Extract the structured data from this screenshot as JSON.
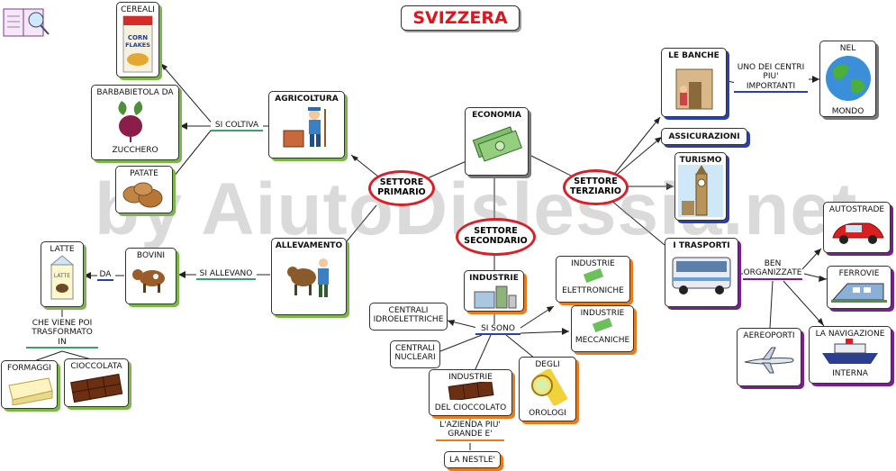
{
  "title": "SVIZZERA",
  "watermark": "by AiutoDislessia.net",
  "center": {
    "label": "ECONOMIA"
  },
  "sectors": {
    "primary": [
      "SETTORE",
      "PRIMARIO"
    ],
    "secondary": [
      "SETTORE",
      "SECONDARIO"
    ],
    "tertiary": [
      "SETTORE",
      "TERZIARIO"
    ]
  },
  "primary": {
    "agricoltura": "AGRICOLTURA",
    "allevamento": "ALLEVAMENTO",
    "si_coltiva": "SI COLTIVA",
    "si_allevano": "SI ALLEVANO",
    "cereali": "CEREALI",
    "barbabietola": [
      "BARBABIETOLA DA",
      "ZUCCHERO"
    ],
    "patate": "PATATE",
    "bovini": "BOVINI",
    "da": "DA",
    "latte": "LATTE",
    "che_viene": [
      "CHE VIENE POI",
      "TRASFORMATO",
      "IN"
    ],
    "formaggi": "FORMAGGI",
    "cioccolata": "CIOCCOLATA",
    "cereal_box": [
      "CORN",
      "FLAKES"
    ],
    "milk_box": "LATTE"
  },
  "secondary": {
    "industrie": "INDUSTRIE",
    "si_sono": "SI SONO",
    "elettroniche": [
      "INDUSTRIE",
      "ELETTRONICHE"
    ],
    "meccaniche": [
      "INDUSTRIE",
      "MECCANICHE"
    ],
    "idroelettriche": [
      "CENTRALI",
      "IDROELETTRICHE"
    ],
    "nucleari": [
      "CENTRALI",
      "NUCLEARI"
    ],
    "cioccolato": [
      "INDUSTRIE",
      "DEL CIOCCOLATO"
    ],
    "orologi": [
      "DEGLI",
      "OROLOGI"
    ],
    "azienda": [
      "L'AZIENDA PIU'",
      "GRANDE E'"
    ],
    "nestle": "LA NESTLE'"
  },
  "tertiary": {
    "banche": "LE BANCHE",
    "uno_dei_centri": [
      "UNO DEI CENTRI",
      "PIU'",
      "IMPORTANTI"
    ],
    "nel_mondo": [
      "NEL",
      "MONDO"
    ],
    "assicurazioni": "ASSICURAZIONI",
    "turismo": "TURISMO",
    "trasporti": "I TRASPORTI",
    "ben_organizzate": [
      "BEN",
      "ORGANIZZATE"
    ],
    "autostrade": "AUTOSTRADE",
    "ferrovie": "FERROVIE",
    "aeroporti": "AEREOPORTI",
    "navigazione": [
      "LA NAVIGAZIONE",
      "INTERNA"
    ]
  },
  "colors": {
    "primary_shadow": "#7ab648",
    "secondary_shadow": "#e87b1c",
    "tertiary_shadow_blue": "#2a3fb0",
    "tertiary_shadow_purple": "#7a1f8f",
    "sector_border": "#d8202a",
    "title_text": "#e0141c"
  },
  "icons": [
    "book-icon",
    "farmer-icon",
    "cow-farmer-icon",
    "money-icon",
    "factory-icon",
    "bank-icon",
    "globe-icon",
    "big-ben-icon",
    "bus-icon",
    "car-icon",
    "train-icon",
    "airplane-icon",
    "ship-icon",
    "cereal-box-icon",
    "beet-icon",
    "potatoes-icon",
    "cow-icon",
    "milk-carton-icon",
    "cheese-icon",
    "chocolate-icon",
    "watch-icon",
    "circuit-icon",
    "gear-icon"
  ]
}
